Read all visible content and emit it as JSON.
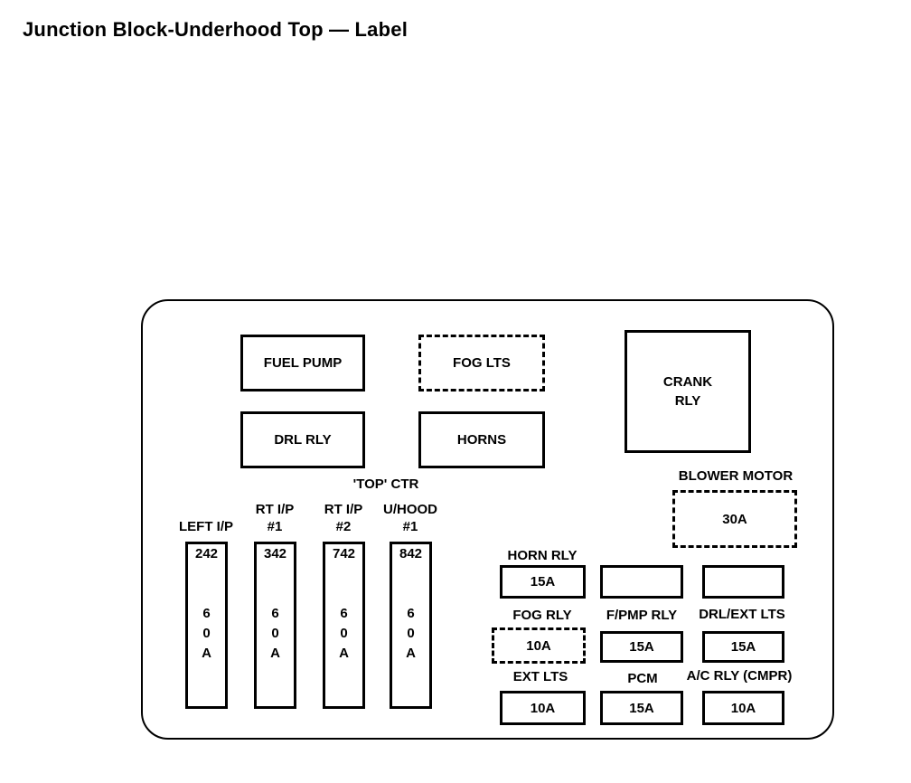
{
  "page": {
    "title": "Junction Block-Underhood Top — Label",
    "colors": {
      "ink": "#000000",
      "background": "#ffffff"
    }
  },
  "block": {
    "relays": {
      "fuel_pump": {
        "label": "FUEL PUMP"
      },
      "fog_lts": {
        "label": "FOG LTS"
      },
      "drl_rly": {
        "label": "DRL RLY"
      },
      "horns": {
        "label": "HORNS"
      },
      "crank": {
        "line1": "CRANK",
        "line2": "RLY"
      },
      "top_ctr": {
        "label": "'TOP'  CTR"
      }
    },
    "blower_motor": {
      "label": "BLOWER MOTOR",
      "amps": "30A"
    },
    "maxi_fuses": [
      {
        "line1": "",
        "line2": "LEFT I/P",
        "number": "242",
        "amp1": "6",
        "amp2": "0",
        "amp3": "A"
      },
      {
        "line1": "RT I/P",
        "line2": "#1",
        "number": "342",
        "amp1": "6",
        "amp2": "0",
        "amp3": "A"
      },
      {
        "line1": "RT I/P",
        "line2": "#2",
        "number": "742",
        "amp1": "6",
        "amp2": "0",
        "amp3": "A"
      },
      {
        "line1": "U/HOOD",
        "line2": "#1",
        "number": "842",
        "amp1": "6",
        "amp2": "0",
        "amp3": "A"
      }
    ],
    "fuses": [
      {
        "label": "HORN RLY",
        "amps": "15A",
        "style": "solid"
      },
      {
        "label": "",
        "amps": "",
        "style": "solid"
      },
      {
        "label": "",
        "amps": "",
        "style": "solid"
      },
      {
        "label": "FOG RLY",
        "amps": "10A",
        "style": "dashed"
      },
      {
        "label": "F/PMP RLY",
        "amps": "15A",
        "style": "solid"
      },
      {
        "label": "DRL/EXT LTS",
        "amps": "15A",
        "style": "solid"
      },
      {
        "label": "EXT LTS",
        "amps": "10A",
        "style": "solid"
      },
      {
        "label": "PCM",
        "amps": "15A",
        "style": "solid"
      },
      {
        "label": "A/C RLY (CMPR)",
        "amps": "10A",
        "style": "solid"
      }
    ]
  }
}
